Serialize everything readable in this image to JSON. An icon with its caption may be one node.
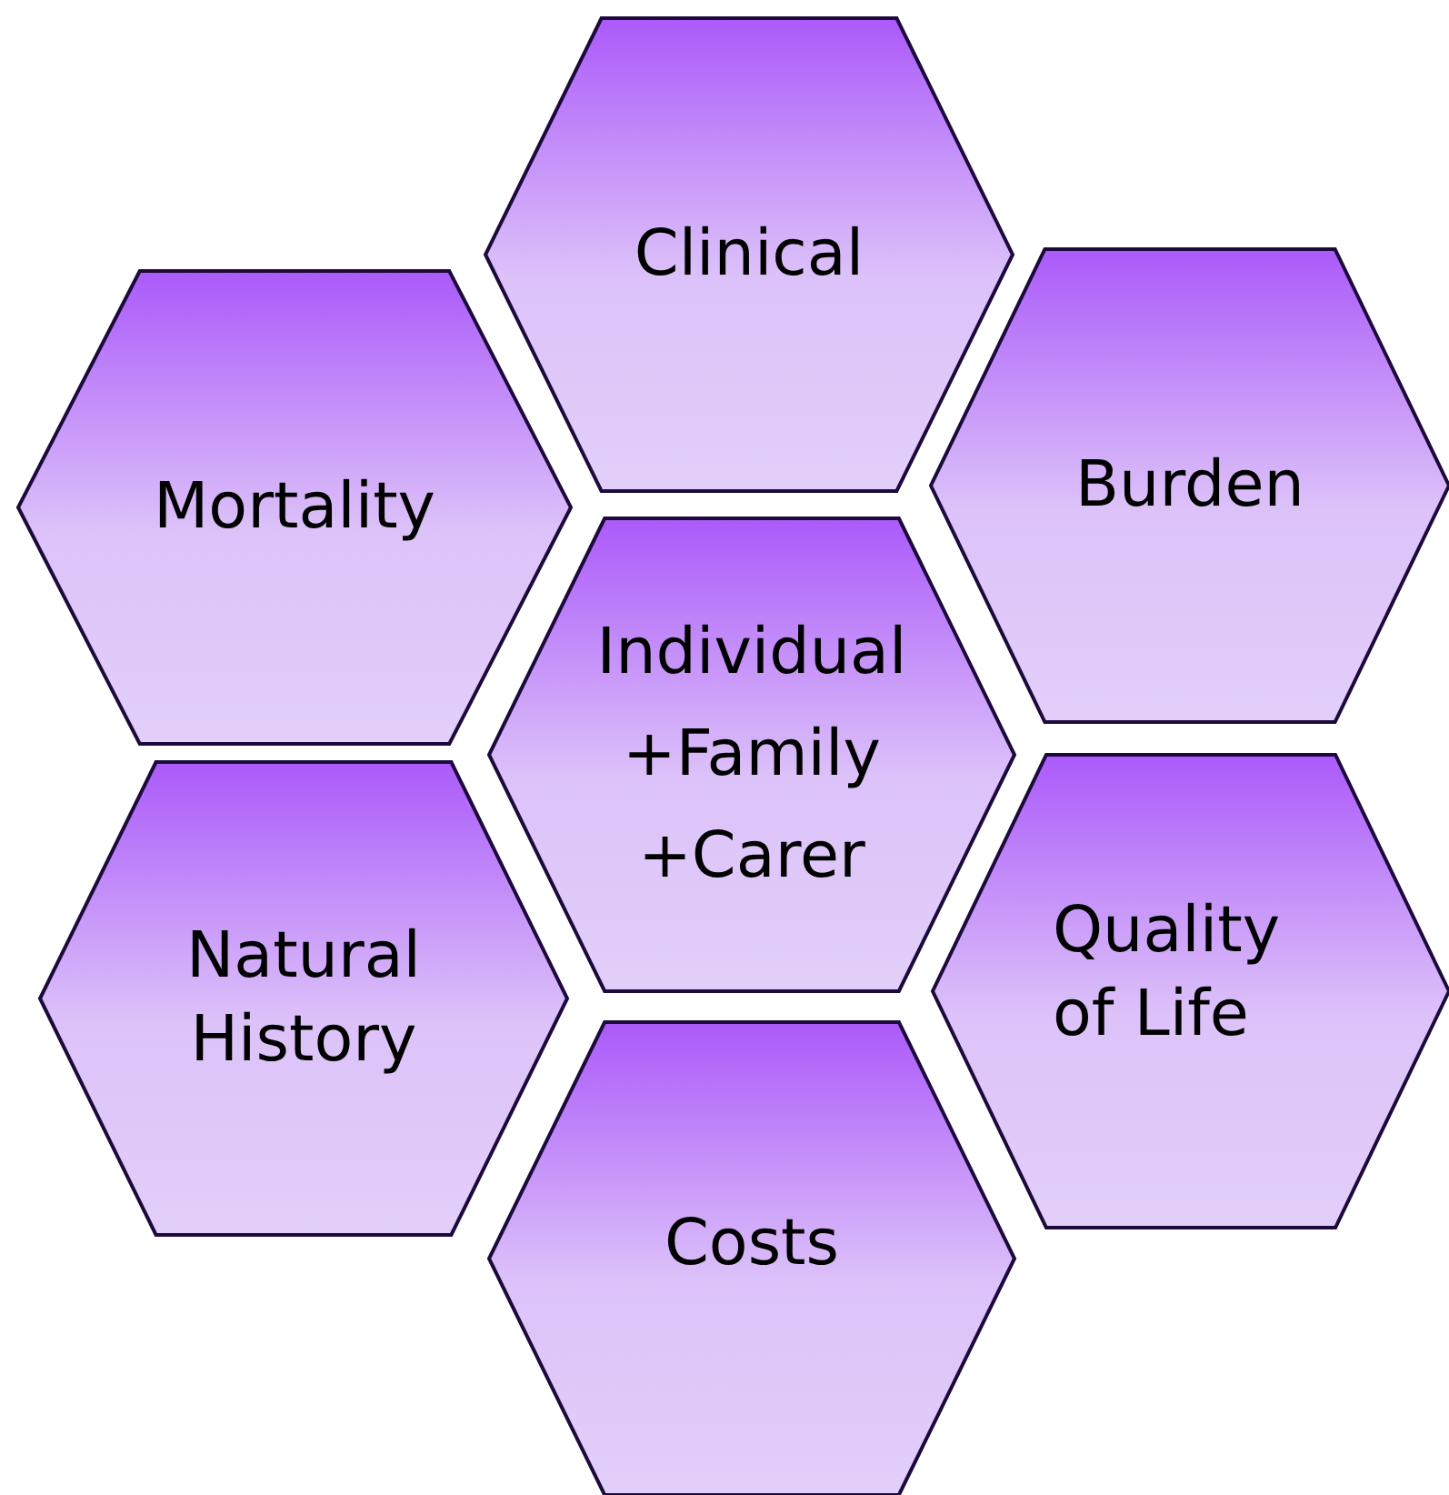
{
  "diagram": {
    "nodes": [
      {
        "text": [
          "Clinical"
        ]
      },
      {
        "text": [
          "Mortality"
        ]
      },
      {
        "text": [
          "Burden"
        ]
      },
      {
        "text": [
          "Individual +Family +Carer"
        ]
      },
      {
        "text": [
          "Natural History"
        ]
      },
      {
        "text": [
          "Quality of Life"
        ]
      },
      {
        "text": [
          "Costs"
        ]
      }
    ]
  }
}
